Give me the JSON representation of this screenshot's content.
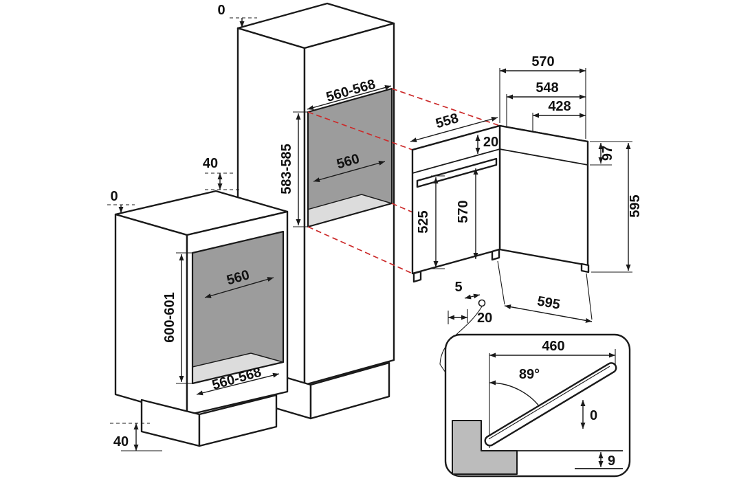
{
  "palette": {
    "background": "#ffffff",
    "line": "#1a1a1a",
    "guide_red": "#cc2a2a",
    "niche_back": "#9c9c9c",
    "niche_floor": "#dcdcdc",
    "section_gray": "#bcbcbc"
  },
  "tall_cabinet": {
    "top_gap": "0",
    "side_clearance": "40",
    "niche_width_front": "560-568",
    "niche_height": "583-585",
    "niche_width_back": "560"
  },
  "base_cabinet": {
    "top_gap": "0",
    "niche_width_back": "560",
    "niche_height": "600-601",
    "niche_width_front": "560-568",
    "floor_clearance": "40"
  },
  "oven": {
    "depth_total": "570",
    "depth_body": "548",
    "depth_recess": "428",
    "top_width": "558",
    "panel_offset": "20",
    "door_height": "525",
    "front_height": "570",
    "panel_height": "97",
    "total_height": "595",
    "foot_inset": "5",
    "bottom_clearance": "20",
    "total_width": "595"
  },
  "door_detail": {
    "door_reach": "460",
    "opening_angle": "89°",
    "front_gap": "0",
    "floor_gap": "9"
  }
}
